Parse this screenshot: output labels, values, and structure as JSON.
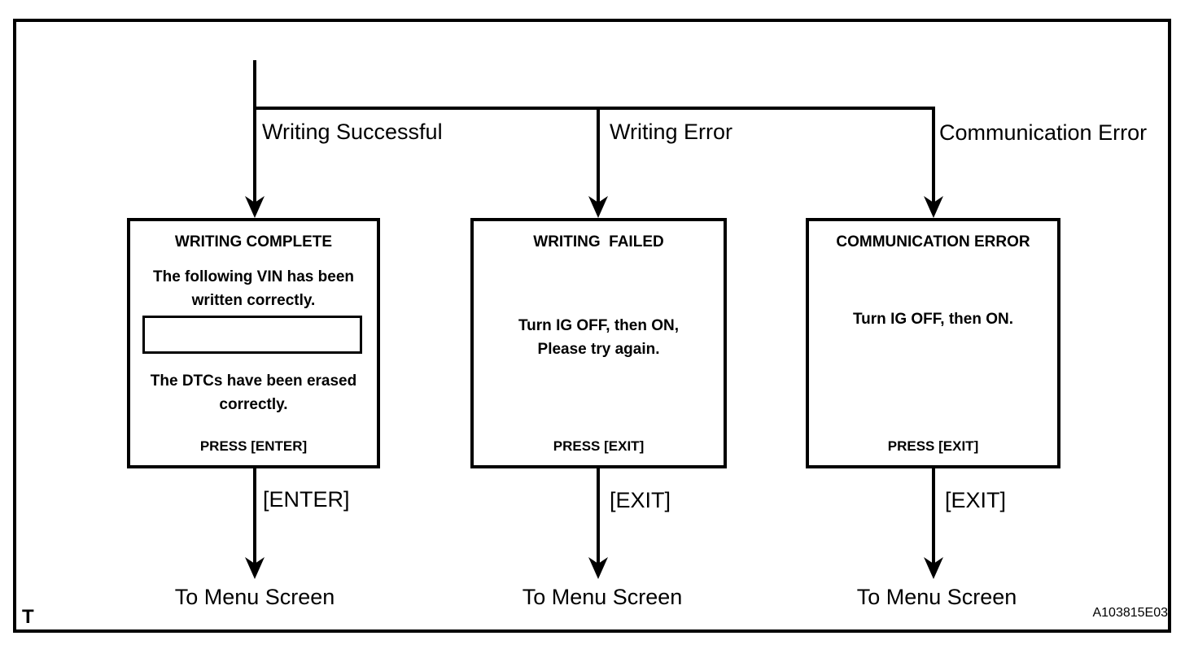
{
  "figure": {
    "corner_mark": "T",
    "code": "A103815E03",
    "line_color": "#000000",
    "background_color": "#ffffff"
  },
  "branches": [
    {
      "condition": "Writing Successful",
      "key": "[ENTER]",
      "destination": "To Menu Screen",
      "screen": {
        "title": "WRITING COMPLETE",
        "message1": "The following VIN has been\nwritten correctly.",
        "vin_field_value": "",
        "message2": "The DTCs have been erased\ncorrectly.",
        "press": "PRESS [ENTER]"
      }
    },
    {
      "condition": "Writing Error",
      "key": "[EXIT]",
      "destination": "To Menu Screen",
      "screen": {
        "title": "WRITING  FAILED",
        "message1": "Turn IG OFF, then ON,\nPlease try again.",
        "press": "PRESS [EXIT]"
      }
    },
    {
      "condition": "Communication Error",
      "key": "[EXIT]",
      "destination": "To Menu Screen",
      "screen": {
        "title": "COMMUNICATION ERROR",
        "message1": "Turn IG OFF, then ON.",
        "press": "PRESS [EXIT]"
      }
    }
  ]
}
